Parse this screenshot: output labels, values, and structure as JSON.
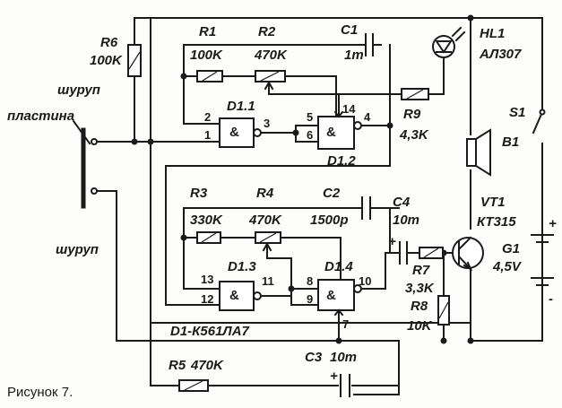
{
  "figure": {
    "caption": "Рисунок 7."
  },
  "labels": {
    "r1": "R1",
    "r1_val": "100K",
    "r2": "R2",
    "r2_val": "470K",
    "c1": "C1",
    "c1_val": "1m",
    "r6": "R6",
    "r6_val": "100K",
    "hl1": "HL1",
    "hl1_val": "АЛ307",
    "s1": "S1",
    "b1": "B1",
    "vt1": "VT1",
    "vt1_val": "КТ315",
    "g1": "G1",
    "g1_val": "4,5V",
    "r9": "R9",
    "r9_val": "4,3K",
    "d11": "D1.1",
    "d12": "D1.2",
    "d13": "D1.3",
    "d14": "D1.4",
    "r3": "R3",
    "r3_val": "330K",
    "r4": "R4",
    "r4_val": "470K",
    "c2": "C2",
    "c2_val": "1500p",
    "c4": "C4",
    "c4_val": "10m",
    "r7": "R7",
    "r7_val": "3,3K",
    "r8": "R8",
    "r8_val": "10K",
    "r5": "R5",
    "r5_val": "470K",
    "c3": "C3",
    "c3_val": "10m",
    "chip": "D1-К561ЛА7",
    "screw_top": "шуруп",
    "screw_bottom": "шуруп",
    "plate": "пластина",
    "and_symbol": "&",
    "plus": "+",
    "minus": "-"
  },
  "pins": {
    "p1": "1",
    "p2": "2",
    "p3": "3",
    "p4": "4",
    "p5": "5",
    "p6": "6",
    "p7": "7",
    "p8": "8",
    "p9": "9",
    "p10": "10",
    "p11": "11",
    "p12": "12",
    "p13": "13",
    "p14": "14"
  }
}
